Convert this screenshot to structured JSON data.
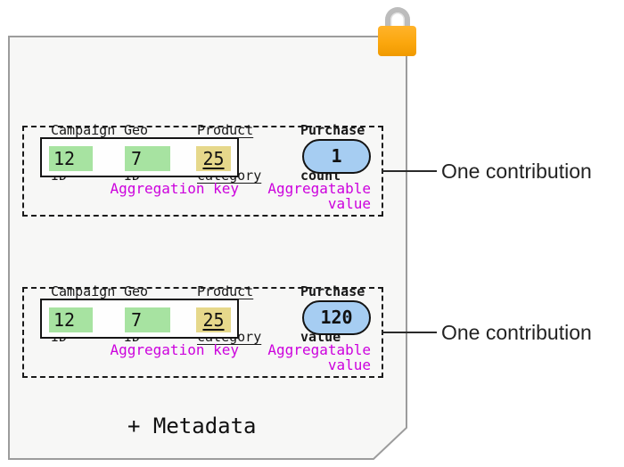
{
  "colors": {
    "card_bg": "#f7f7f6",
    "card_border": "#9c9c9c",
    "cell_green": "#a7e3a1",
    "cell_yellow": "#e6d88b",
    "value_blue": "#a6cdf2",
    "label_magenta": "#cc00dd",
    "lock_orange": "#f9a602",
    "lock_gray": "#bcbcbc"
  },
  "icons": {
    "lock": "padlock"
  },
  "metadata_label": "+ Metadata",
  "contributions": [
    {
      "annotation": "One contribution",
      "aggregation_key_label": "Aggregation key",
      "aggregatable_value_label": {
        "line1": "Aggregatable",
        "line2": "value"
      },
      "key_columns": [
        {
          "header": {
            "line1": "Campaign",
            "line2": "ID"
          },
          "value": "12"
        },
        {
          "header": {
            "line1": "Geo",
            "line2": "ID"
          },
          "value": "7"
        },
        {
          "header": {
            "line1": "Product",
            "line2": "category"
          },
          "value": "25"
        }
      ],
      "value_column": {
        "header": {
          "line1": "Purchase",
          "line2": "count"
        },
        "value": "1"
      }
    },
    {
      "annotation": "One contribution",
      "aggregation_key_label": "Aggregation key",
      "aggregatable_value_label": {
        "line1": "Aggregatable",
        "line2": "value"
      },
      "key_columns": [
        {
          "header": {
            "line1": "Campaign",
            "line2": "ID"
          },
          "value": "12"
        },
        {
          "header": {
            "line1": "Geo",
            "line2": "ID"
          },
          "value": "7"
        },
        {
          "header": {
            "line1": "Product",
            "line2": "category"
          },
          "value": "25"
        }
      ],
      "value_column": {
        "header": {
          "line1": "Purchase",
          "line2": "value"
        },
        "value": "120"
      }
    }
  ]
}
